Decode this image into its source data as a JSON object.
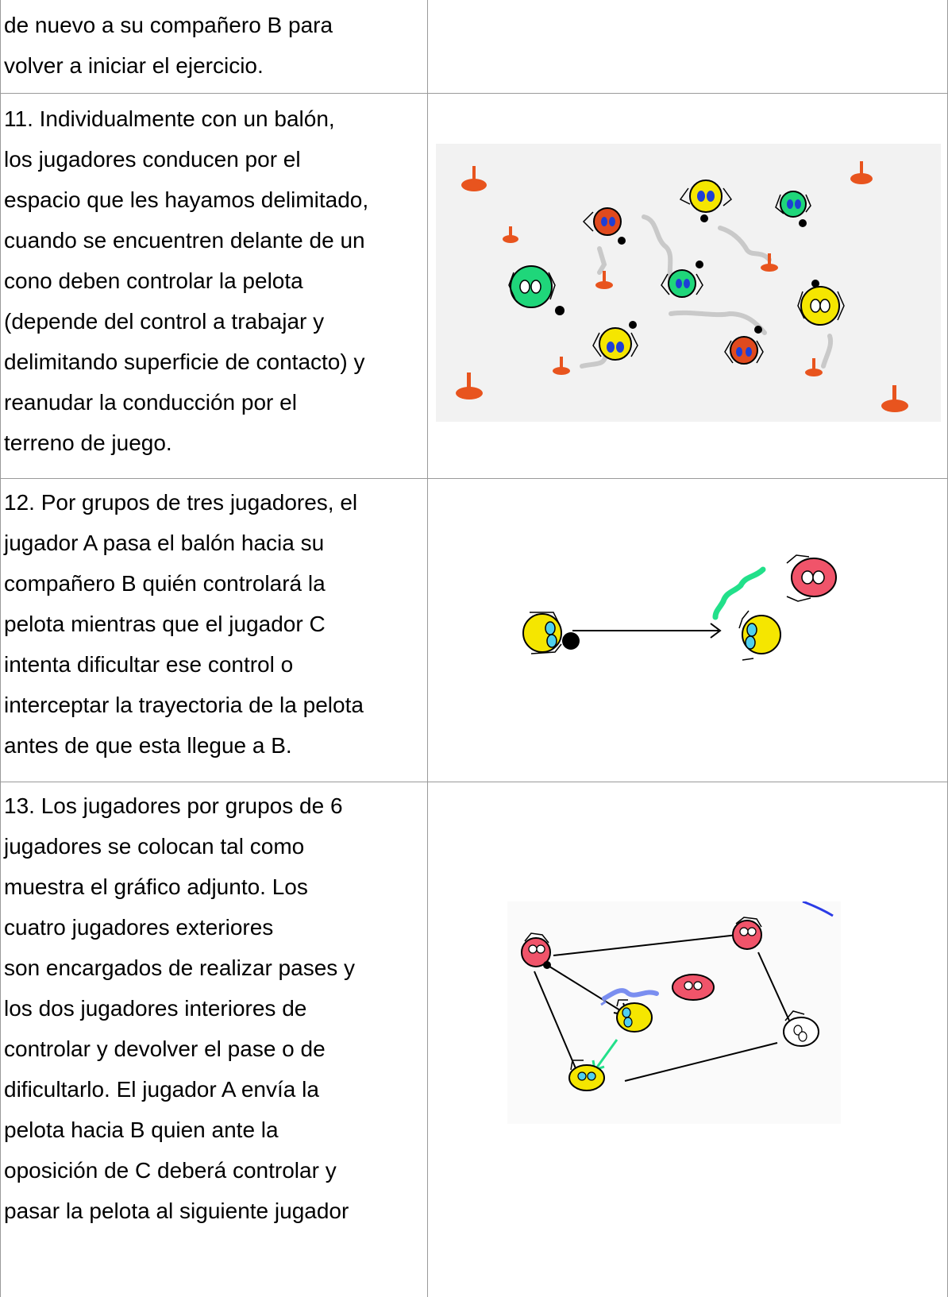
{
  "rows": [
    {
      "text": "de nuevo a su compañero B para\nvolver a iniciar el ejercicio."
    },
    {
      "text": "11. Individualmente con un balón,\nlos jugadores conducen por el\nespacio que les hayamos delimitado,\ncuando se encuentren delante de un\ncono deben controlar la pelota\n(depende del control a trabajar y\ndelimitando superficie de contacto) y\nreanudar la conducción por el\nterreno de juego.",
      "figure": "figure-cones-dribbling"
    },
    {
      "text": "12. Por grupos de tres jugadores, el\njugador A pasa el balón hacia su\ncompañero B quién controlará la\npelota mientras que el jugador C\nintenta dificultar ese control o\ninterceptar la trayectoria de la pelota\nantes  de que esta llegue a B.",
      "figure": "figure-three-players"
    },
    {
      "text": "13. Los jugadores por grupos de 6\njugadores se colocan tal como\nmuestra el gráfico adjunto. Los\ncuatro jugadores exteriores\nson  encargados de realizar pases y\nlos dos jugadores interiores de\ncontrolar y devolver el pase o de\ndificultarlo. El jugador A envía la\npelota hacia B quien ante la\noposición de C deberá controlar y\npasar la pelota al siguiente jugador",
      "figure": "figure-six-players"
    }
  ],
  "colors": {
    "border": "#9a9a9a",
    "cone": "#e8541e",
    "yellow": "#f5e600",
    "green": "#1fd67a",
    "red": "#e04a1e",
    "pink": "#f0546a",
    "trail_gray": "#c9c9c9",
    "trail_green": "#22e08a",
    "trail_blue": "#7a8ef0"
  }
}
